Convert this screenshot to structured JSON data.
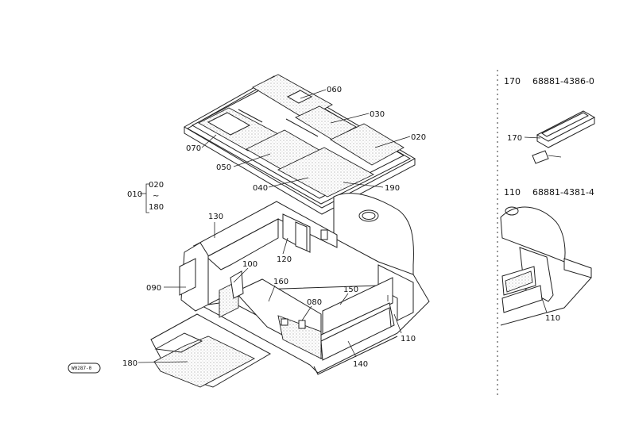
{
  "callouts": {
    "c060": "060",
    "c030": "030",
    "c020": "020",
    "c070": "070",
    "c050": "050",
    "c040": "040",
    "c190": "190",
    "c010": "010",
    "c020b": "020",
    "c180a": "180",
    "c130": "130",
    "c120": "120",
    "c100": "100",
    "c090": "090",
    "c160": "160",
    "c080": "080",
    "c150": "150",
    "c110": "110",
    "c140": "140",
    "c180": "180",
    "c170": "170",
    "c110b": "110"
  },
  "side_parts": [
    {
      "ref": "170",
      "part_no": "68881-4386-0"
    },
    {
      "ref": "110",
      "part_no": "68881-4381-4"
    }
  ],
  "stamp": "W0287-0"
}
